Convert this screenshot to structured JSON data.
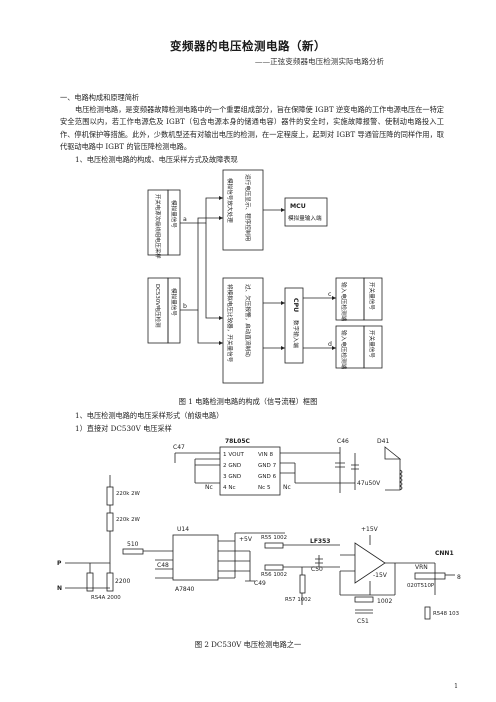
{
  "doc": {
    "title": "变频器的电压检测电路（新）",
    "subtitle": "——正弦变频器电压检测实际电路分析",
    "section1": "一、电路构成和原理简析",
    "body": "电压检测电路，是变频器故障检测电路中的一个重要组成部分，旨在保障使 IGBT 逆变电路的工作电源电压在一特定安全范围以内，若工作电源危及 IGBT（包含电源本身的储通电容）器件的安全时，实施故障报警、使制动电路投入工作、停机保护等措施。此外，少数机型还有对输出电压的检测，在一定程度上，起到对 IGBT 导通管压降的同样作用，取代驱动电路中 IGBT 的管压降检测电路。",
    "item1": "1、电压检测电路的构成、电压采样方式及故障表现",
    "fig1_caption": "图 1  电路检测电路的构成（信号流程）框图",
    "sub1": "1、电压检测电路的电压采样形式（前级电路）",
    "sub2": "1）直接对 DC530V 电压采样",
    "fig2_caption": "图 2    DC530V 电压检测电路之一",
    "page_number": "1"
  },
  "fig1": {
    "box_sample": "开关电源次级绕组电压采样",
    "box_sample_b": "DC530V电压检测",
    "box_analog1": "模拟量信号",
    "box_analog2": "模拟量信号",
    "box_proc": "模拟信号放大处理",
    "box_proc_b": "运行电压显示、程序控制用",
    "box_compare": "将模拟电压比较器，开关量信号",
    "box_compare_b": "过、欠压报警，启动直流制动",
    "mcu": "MCU",
    "mcu_in": "模拟量输入端",
    "cpu": "CPU",
    "cpu_in": "数字输入端",
    "out1": "输入电压检测端",
    "out1_b": "开关量信号",
    "out2": "输入电压检测端",
    "out2_b": "开关量信号",
    "label_a": "a",
    "label_b": "b",
    "label_c": "c",
    "label_d": "d"
  },
  "fig2": {
    "reg": "78L05C",
    "c47": "C47",
    "c46": "C46",
    "d41": "D41",
    "cap": "47u50V",
    "reg_pins": [
      "1 VOUT",
      "2 GND",
      "3 GND",
      "4 Nc",
      "VIN 8",
      "GND 7",
      "GND 6",
      "Nc 5"
    ],
    "nc_left": "Nc",
    "nc_right": "Nc",
    "r1": "220k\n2W",
    "r2": "220k\n2W",
    "r510": "510",
    "u14": "U14",
    "u14_name": "A7840",
    "p5v": "+5V",
    "p15v": "+15V",
    "m15v": "-15V",
    "r55": "R55\n1002",
    "r56": "R56\n1002",
    "r57": "R57\n1002",
    "c50": "C50",
    "c48": "C48",
    "c49": "C49",
    "c51": "C51",
    "opamp": "LF353",
    "r1002": "1002",
    "rs4a": "RS4A\n2000",
    "r2200": "2200",
    "vrn": "VRN",
    "cnn1": "CNN1",
    "conn": "020T510P",
    "pin8": "8",
    "r548": "R548\n103",
    "p": "P",
    "n": "N"
  }
}
